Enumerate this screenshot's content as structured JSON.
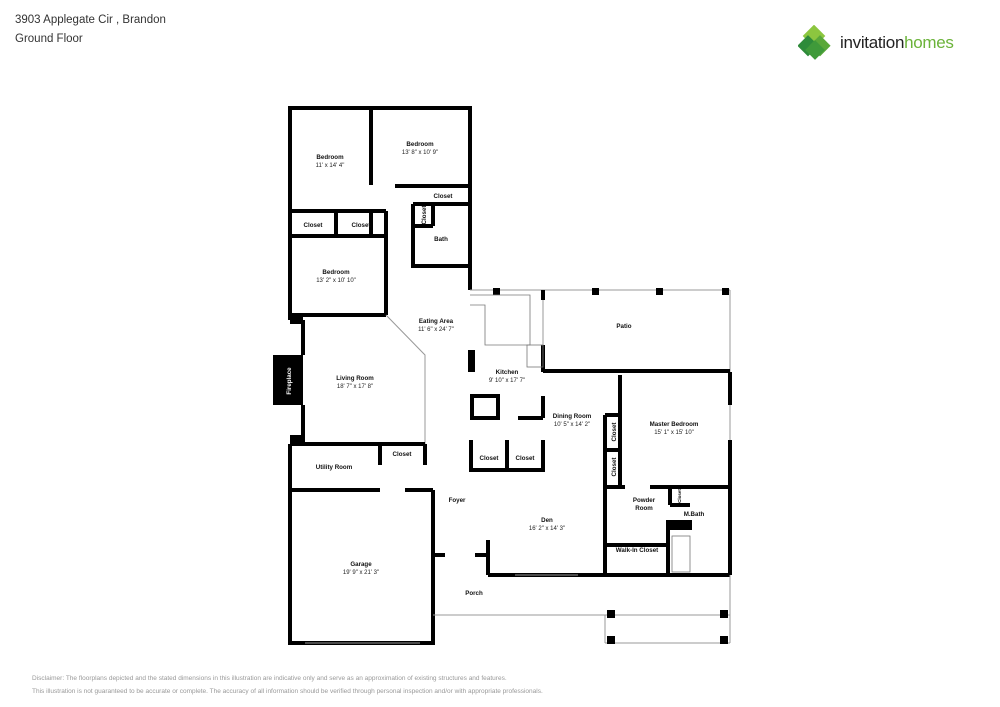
{
  "header": {
    "address": "3903 Applegate Cir , Brandon",
    "floor": "Ground Floor"
  },
  "logo": {
    "word1": "invitation",
    "word2": "homes",
    "colors": {
      "dark": "#2e8b3a",
      "light": "#8cc63f"
    }
  },
  "rooms": [
    {
      "name": "Bedroom",
      "dims": "11' x 14' 4\""
    },
    {
      "name": "Bedroom",
      "dims": "13' 8\" x 10' 9\""
    },
    {
      "name": "Bedroom",
      "dims": "13' 2\" x 10' 10\""
    },
    {
      "name": "Eating Area",
      "dims": "11' 6\" x 24' 7\""
    },
    {
      "name": "Patio",
      "dims": ""
    },
    {
      "name": "Living Room",
      "dims": "18' 7\" x 17' 8\""
    },
    {
      "name": "Kitchen",
      "dims": "9' 10\" x 17' 7\""
    },
    {
      "name": "Dining Room",
      "dims": "10' 5\" x 14' 2\""
    },
    {
      "name": "Master Bedroom",
      "dims": "15' 1\" x 15' 10\""
    },
    {
      "name": "Den",
      "dims": "16' 2\" x 14' 3\""
    },
    {
      "name": "Garage",
      "dims": "19' 9\" x 21' 3\""
    }
  ],
  "labels": {
    "closet": "Closet",
    "bath": "Bath",
    "fireplace": "Fireplace",
    "utility": "Utility Room",
    "foyer": "Foyer",
    "porch": "Porch",
    "powder1": "Powder",
    "powder2": "Room",
    "mbath": "M.Bath",
    "walkin": "Walk-In Closet"
  },
  "disclaimer": {
    "line1": "Disclaimer: The floorplans depicted and the stated dimensions in this illustration are indicative only and serve as an approximation of existing structures and features.",
    "line2": "This illustration is not guaranteed to be accurate or complete. The accuracy of all information should be verified through personal inspection and/or with appropriate professionals."
  }
}
